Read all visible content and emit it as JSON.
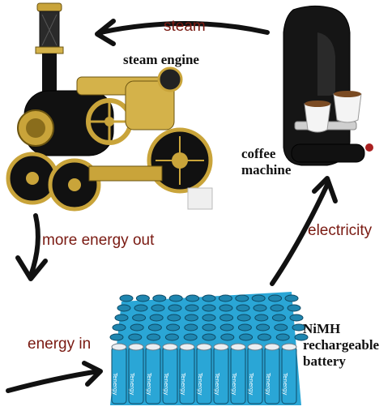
{
  "labels": {
    "steam": "steam",
    "steam_engine": "steam engine",
    "coffee_line1": "coffee",
    "coffee_line2": "machine",
    "more_energy_out": "more energy out",
    "electricity": "electricity",
    "energy_in": "energy in",
    "battery_line1": "NiMH",
    "battery_line2": "rechargeable",
    "battery_line3": "battery"
  },
  "battery_brand": "Tenergy",
  "colors": {
    "label_maroon": "#7a1a12",
    "arrow": "#111111",
    "battery_blue": "#2aa6d6",
    "brass": "#c9a43a"
  }
}
